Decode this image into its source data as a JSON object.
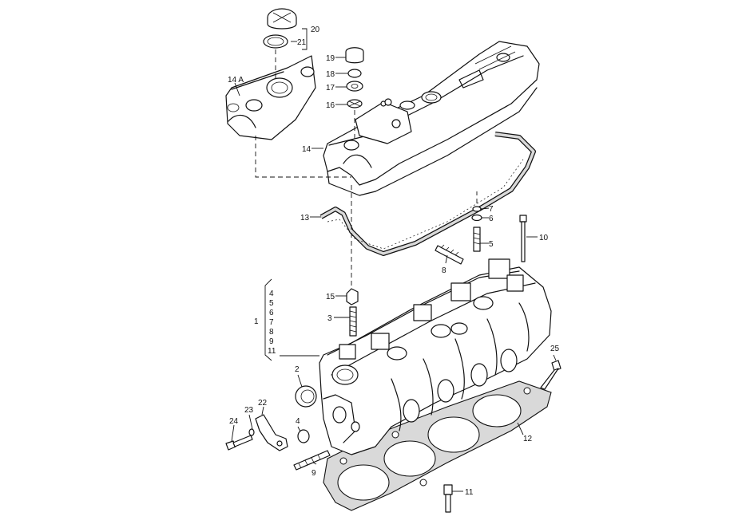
{
  "labels": {
    "l1": "1",
    "l2": "2",
    "l3": "3",
    "l4a": "4",
    "l4b": "4",
    "l5a": "5",
    "l5b": "5",
    "l6a": "6",
    "l6b": "6",
    "l7a": "7",
    "l7b": "7",
    "l8a": "8",
    "l8b": "8",
    "l9a": "9",
    "l9b": "9",
    "l10": "10",
    "l11a": "11",
    "l11b": "11",
    "l12": "12",
    "l13": "13",
    "l14": "14",
    "l14a": "14 A",
    "l15": "15",
    "l16": "16",
    "l17": "17",
    "l18": "18",
    "l19": "19",
    "l20": "20",
    "l21": "21",
    "l22": "22",
    "l23": "23",
    "l24": "24",
    "l25": "25"
  }
}
